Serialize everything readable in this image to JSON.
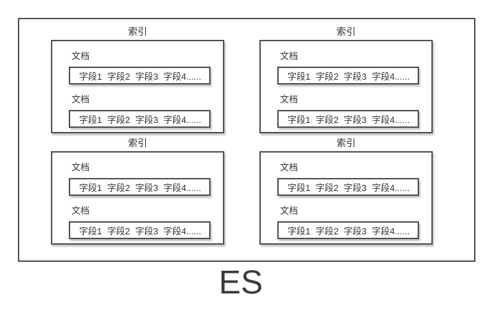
{
  "title": "ES",
  "colors": {
    "border": "#4b5058",
    "text": "#333333",
    "background": "#ffffff"
  },
  "groups": [
    {
      "index_label": "索引",
      "documents": [
        {
          "label": "文档",
          "fields": "字段1 字段2 字段3 字段4......"
        },
        {
          "label": "文档",
          "fields": "字段1 字段2 字段3 字段4......"
        }
      ]
    },
    {
      "index_label": "索引",
      "documents": [
        {
          "label": "文档",
          "fields": "字段1 字段2 字段3 字段4......"
        },
        {
          "label": "文档",
          "fields": "字段1 字段2 字段3 字段4......"
        }
      ]
    },
    {
      "index_label": "索引",
      "documents": [
        {
          "label": "文档",
          "fields": "字段1 字段2 字段3 字段4......"
        },
        {
          "label": "文档",
          "fields": "字段1 字段2 字段3 字段4......"
        }
      ]
    },
    {
      "index_label": "索引",
      "documents": [
        {
          "label": "文档",
          "fields": "字段1 字段2 字段3 字段4......"
        },
        {
          "label": "文档",
          "fields": "字段1 字段2 字段3 字段4......"
        }
      ]
    }
  ]
}
